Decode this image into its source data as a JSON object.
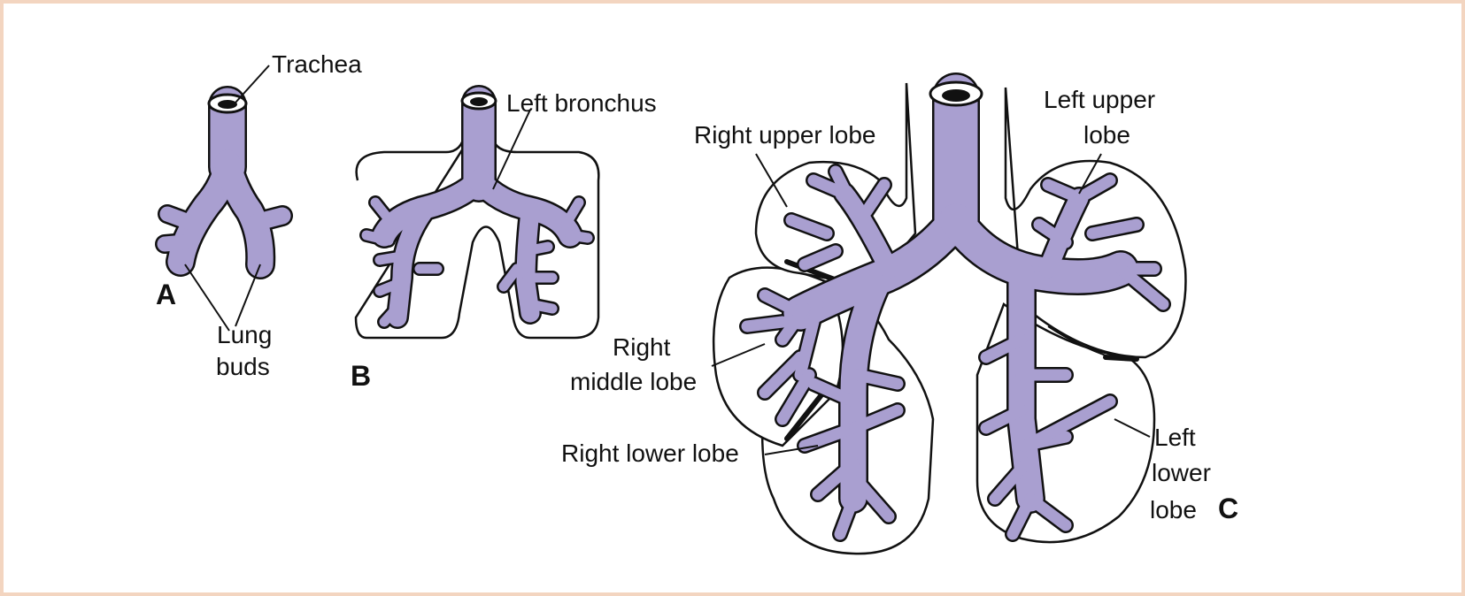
{
  "figure": {
    "panel_labels": {
      "a": "A",
      "b": "B",
      "c": "C"
    },
    "labels": {
      "trachea": "Trachea",
      "lung_buds_1": "Lung",
      "lung_buds_2": "buds",
      "left_bronchus": "Left bronchus",
      "right_upper_lobe": "Right upper lobe",
      "left_upper_lobe_1": "Left upper",
      "left_upper_lobe_2": "lobe",
      "right_middle_lobe_1": "Right",
      "right_middle_lobe_2": "middle lobe",
      "right_lower_lobe": "Right lower lobe",
      "left_lower_lobe_1": "Left",
      "left_lower_lobe_2": "lower",
      "left_lower_lobe_3": "lobe"
    },
    "colors": {
      "airway": "#a99fd0",
      "outline": "#111111",
      "frame": "#f3d5c0"
    }
  }
}
